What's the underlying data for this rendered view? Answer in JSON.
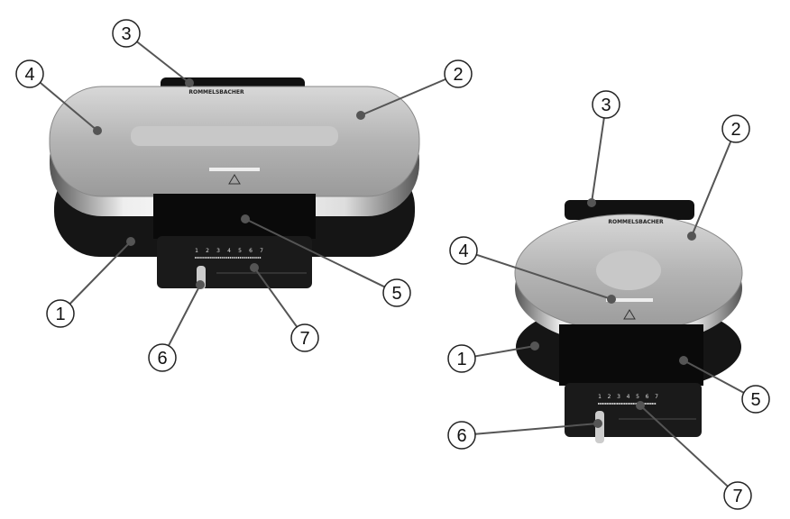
{
  "brand_logo": "ROMMELSBACHER",
  "scale_numbers": [
    "1",
    "2",
    "3",
    "4",
    "5",
    "6",
    "7"
  ],
  "left_device": {
    "callouts": [
      {
        "label": "1",
        "part": "base"
      },
      {
        "label": "2",
        "part": "lid"
      },
      {
        "label": "3",
        "part": "handle"
      },
      {
        "label": "4",
        "part": "lid-surface"
      },
      {
        "label": "5",
        "part": "control-panel"
      },
      {
        "label": "6",
        "part": "slider"
      },
      {
        "label": "7",
        "part": "scale"
      }
    ]
  },
  "right_device": {
    "callouts": [
      {
        "label": "1",
        "part": "base"
      },
      {
        "label": "2",
        "part": "lid"
      },
      {
        "label": "3",
        "part": "handle"
      },
      {
        "label": "4",
        "part": "lid-surface"
      },
      {
        "label": "5",
        "part": "control-panel"
      },
      {
        "label": "6",
        "part": "slider"
      },
      {
        "label": "7",
        "part": "scale"
      }
    ]
  },
  "colors": {
    "lid": "#b5b5b5",
    "body": "#111111",
    "callout": "#555555"
  }
}
